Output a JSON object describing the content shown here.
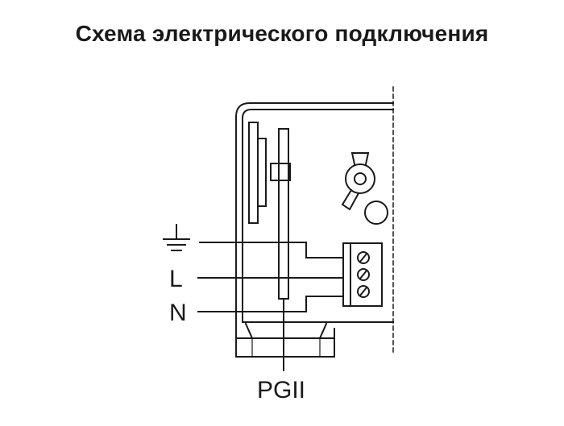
{
  "title": "Схема электрического подключения",
  "terminals": {
    "line": "L",
    "neutral": "N",
    "gland": "PGII"
  },
  "icons": {
    "ground": "ground-symbol-icon",
    "screw": "screw-terminal-icon",
    "knob": "wing-nut-icon"
  },
  "colors": {
    "ink": "#1a1a1a",
    "background": "#ffffff"
  }
}
